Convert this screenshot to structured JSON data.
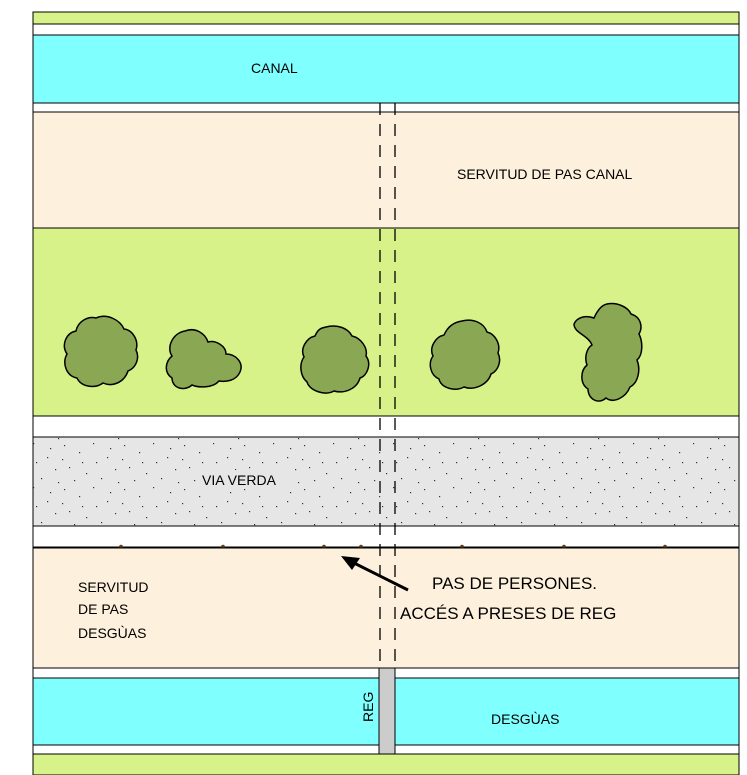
{
  "labels": {
    "canal": "CANAL",
    "servitud_canal": "SERVITUD DE PAS CANAL",
    "via_verda": "VIA VERDA",
    "servitud_desguas_l1": "SERVITUD",
    "servitud_desguas_l2": "DE PAS",
    "servitud_desguas_l3": "DESGÙAS",
    "pas_persones_l1": "PAS DE PERSONES.",
    "pas_persones_l2": "ACCÉS A PRESES DE REG",
    "reg": "REG",
    "desguas": "DESGÙAS"
  },
  "colors": {
    "water": "#80ffff",
    "easement": "#fdf0dc",
    "green": "#d8f28a",
    "path": "#e6e6e6",
    "tree": "#8aa853",
    "pipe": "#cccccc"
  }
}
